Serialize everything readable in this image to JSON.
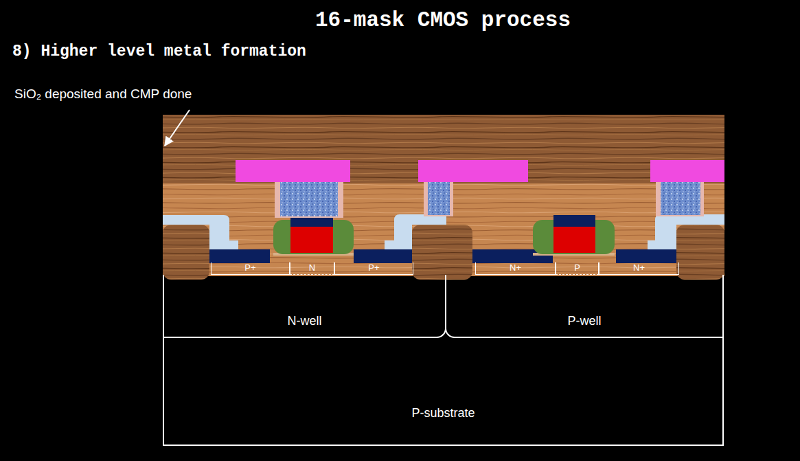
{
  "diagram": {
    "title": "16-mask CMOS process",
    "nodes": [
      {
        "text": [
          "P-substrate"
        ]
      },
      {
        "text": [
          "N-well"
        ],
        "in": 0
      },
      {
        "text": [
          "P+"
        ],
        "in": 1
      },
      {
        "text": [
          "N"
        ],
        "in": 1
      },
      {
        "text": [
          "P+"
        ],
        "in": 1
      },
      {
        "text": [
          "P-well"
        ],
        "in": 0
      },
      {
        "text": [
          "N+"
        ],
        "in": 5
      },
      {
        "text": [
          "P"
        ],
        "in": 5
      },
      {
        "text": [
          "N+"
        ],
        "in": 5
      }
    ],
    "labels": [
      "8) Higher level metal formation",
      "SiO₂ deposited and CMP done"
    ]
  }
}
